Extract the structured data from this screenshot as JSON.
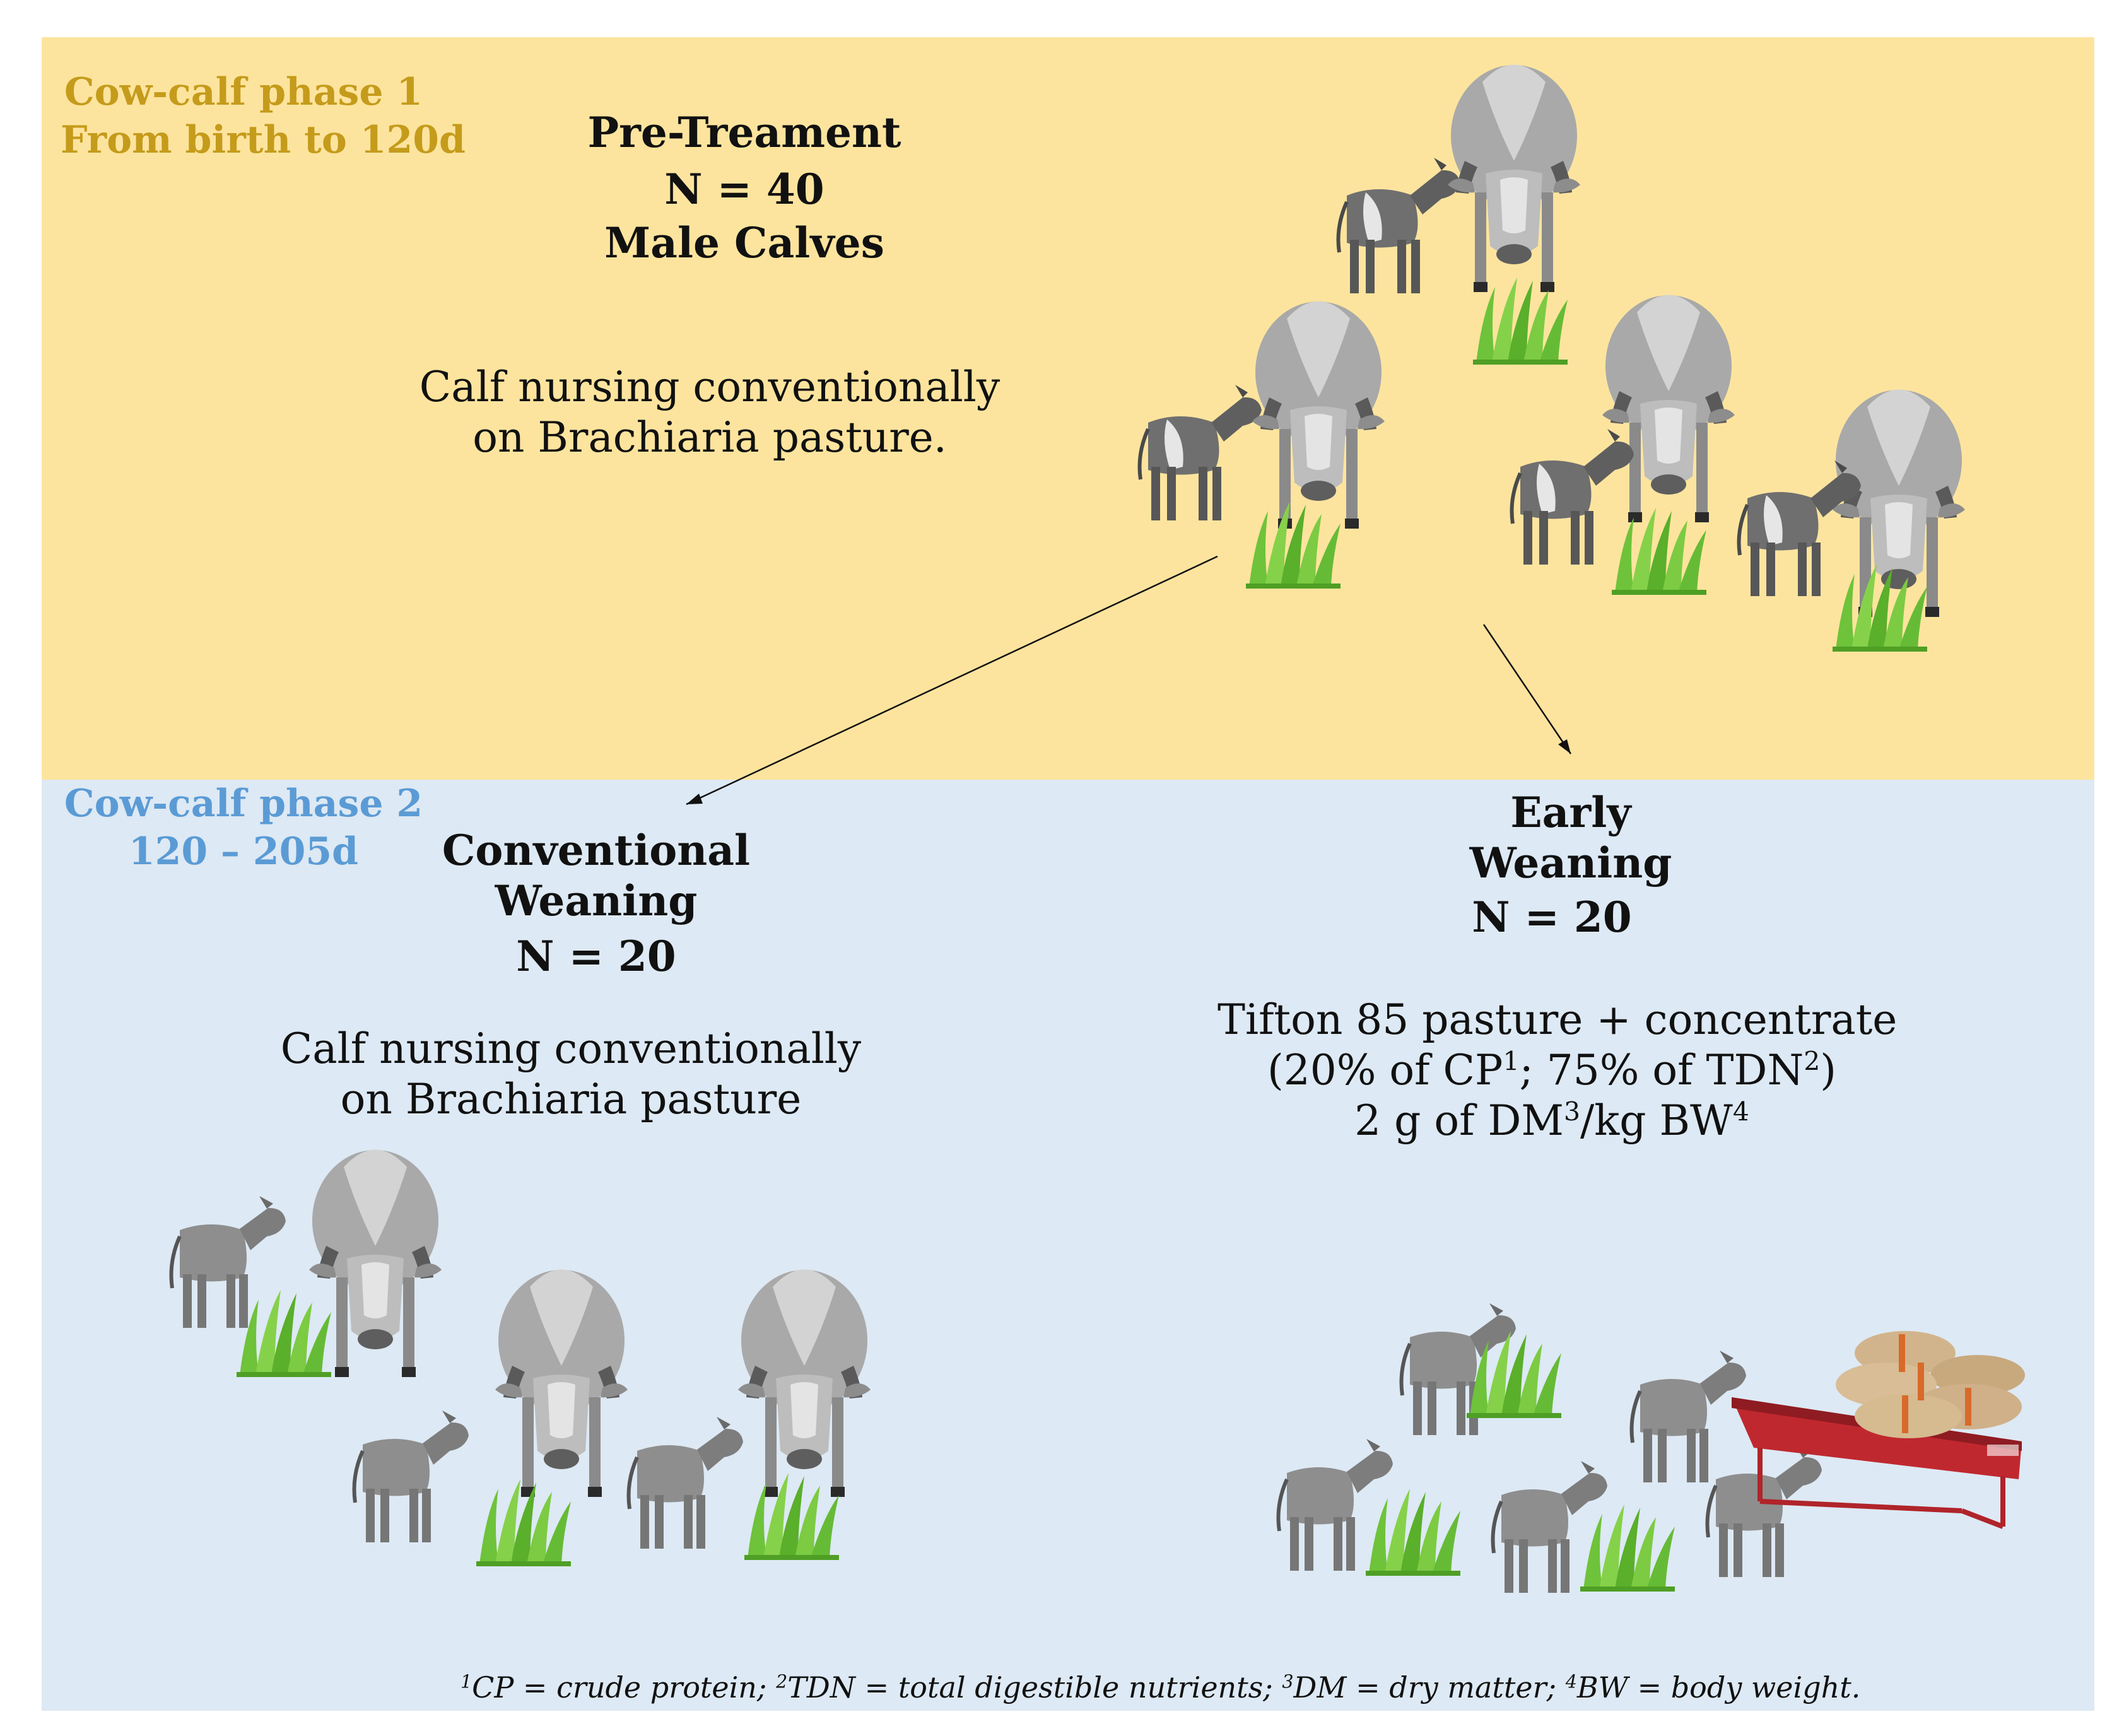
{
  "colors": {
    "phase1_background": "#fde49e",
    "phase2_background": "#dde9f4",
    "phase1_label": "#c59b1b",
    "phase2_label": "#5b9bd5"
  },
  "phase1": {
    "label_line1": "Cow-calf phase 1",
    "label_line2": "From birth to 120d",
    "title": "Pre-Treament",
    "count": "N = 40",
    "subtitle": "Male Calves",
    "desc_line1": "Calf nursing conventionally",
    "desc_line2": "on Brachiaria pasture."
  },
  "phase2": {
    "label_line1": "Cow-calf phase 2",
    "label_line2": "120 – 205d",
    "conventional": {
      "title_line1": "Conventional",
      "title_line2": "Weaning",
      "count": "N = 20",
      "desc_line1": "Calf nursing conventionally",
      "desc_line2": "on Brachiaria pasture"
    },
    "early": {
      "title_line1": "Early",
      "title_line2": "Weaning",
      "count": "N = 20",
      "desc_line1": "Tifton 85 pasture + concentrate",
      "desc2_a": "(20% of CP",
      "desc2_sup1": "1",
      "desc2_b": "; 75% of TDN",
      "desc2_sup2": "2",
      "desc2_c": ")",
      "desc3_a": "2 g of DM",
      "desc3_sup1": "3",
      "desc3_b": "/kg BW",
      "desc3_sup2": "4"
    }
  },
  "footnote": {
    "s1": "1",
    "t1": "CP = crude protein; ",
    "s2": "2",
    "t2": "TDN = total digestible nutrients; ",
    "s3": "3",
    "t3": "DM = dry matter; ",
    "s4": "4",
    "t4": "BW = body weight."
  },
  "icons": {
    "cow": "grazing-cow-icon",
    "calf": "calf-icon",
    "grass": "grass-tuft-icon",
    "trough": "feed-trough-icon",
    "sacks": "feed-sacks-icon"
  }
}
